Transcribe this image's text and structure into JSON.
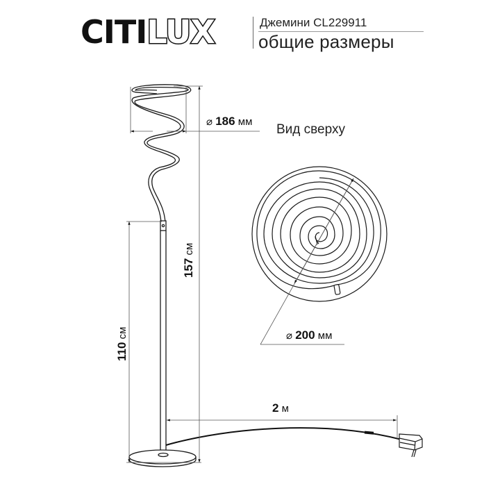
{
  "header": {
    "brand_prefix": "CITI",
    "brand_suffix": "LUX",
    "model": "Джемини CL229911",
    "subtitle": "общие размеры"
  },
  "dimensions": {
    "shade_diameter": {
      "symbol": "⌀",
      "value": "186",
      "unit": "мм"
    },
    "total_height": {
      "value": "157",
      "unit": "см"
    },
    "stand_height": {
      "value": "110",
      "unit": "см"
    },
    "cable_length": {
      "value": "2",
      "unit": "м"
    },
    "top_view_diameter": {
      "symbol": "⌀",
      "value": "200",
      "unit": "мм"
    }
  },
  "labels": {
    "top_view": "Вид сверху"
  },
  "colors": {
    "line": "#1a1a1a",
    "dim_line": "#555555",
    "background": "#ffffff"
  }
}
